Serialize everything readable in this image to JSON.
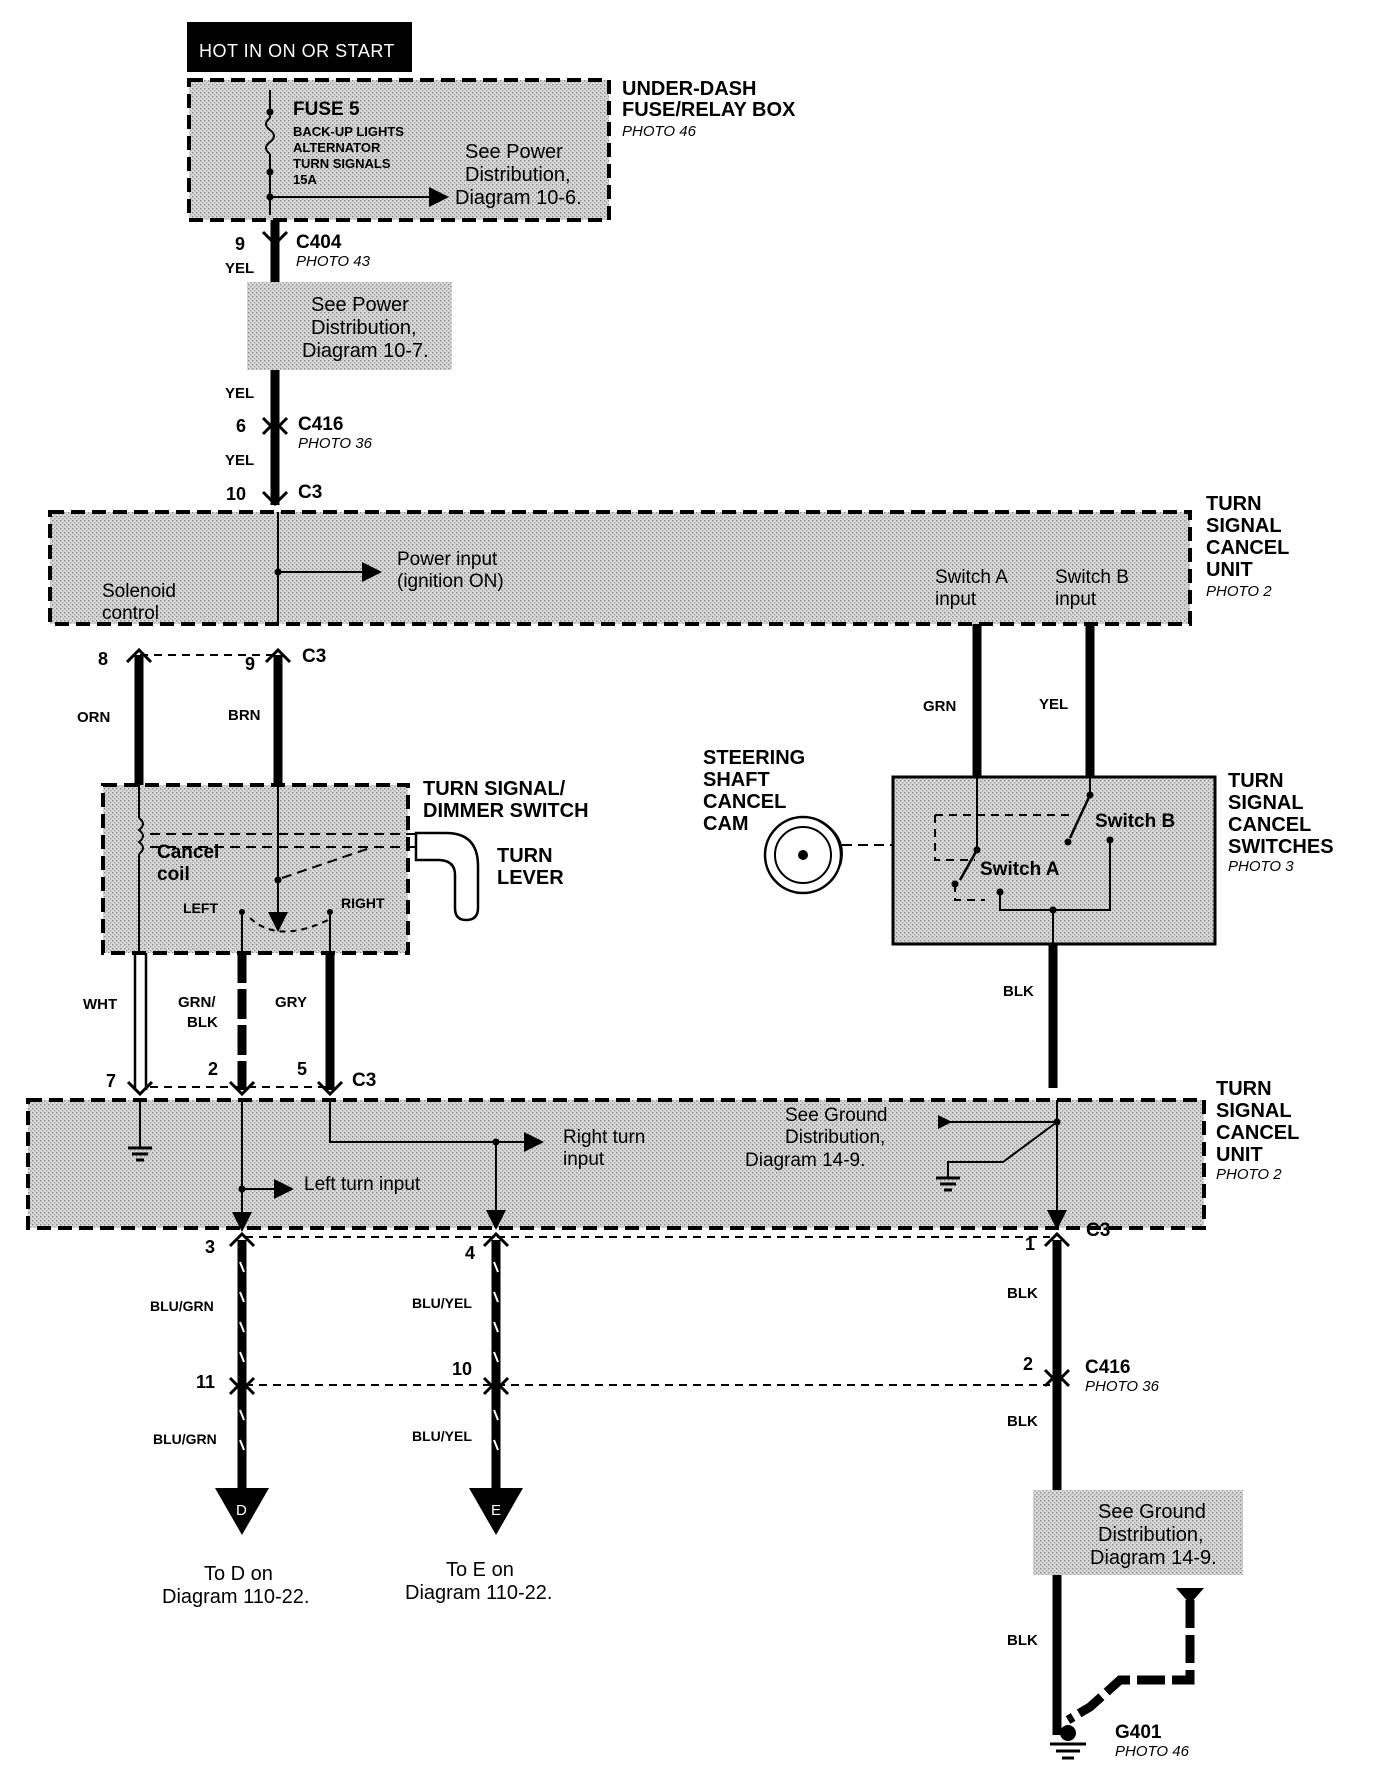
{
  "hot_banner": "HOT IN ON OR START",
  "fuse_box": {
    "title_1": "UNDER-DASH",
    "title_2": "FUSE/RELAY BOX",
    "photo": "PHOTO 46",
    "fuse_name": "FUSE 5",
    "fuse_lines": [
      "BACK-UP LIGHTS",
      "ALTERNATOR",
      "TURN SIGNALS",
      "15A"
    ],
    "note": [
      "See Power",
      "Distribution,",
      "Diagram 10-6."
    ]
  },
  "c404": {
    "pin": "9",
    "name": "C404",
    "photo": "PHOTO 43"
  },
  "wire_yel_1": "YEL",
  "note_power_2": [
    "See Power",
    "Distribution,",
    "Diagram  10-7."
  ],
  "wire_yel_2": "YEL",
  "c416_top": {
    "pin": "6",
    "name": "C416",
    "photo": "PHOTO 36"
  },
  "wire_yel_3": "YEL",
  "c3_top": {
    "pin": "10",
    "name": "C3"
  },
  "cancel_unit_upper": {
    "title": [
      "TURN",
      "SIGNAL",
      "CANCEL",
      "UNIT"
    ],
    "photo": "PHOTO 2",
    "solenoid": [
      "Solenoid",
      "control"
    ],
    "power_input": [
      "Power input",
      "(ignition ON)"
    ],
    "switch_a": [
      "Switch A",
      "input"
    ],
    "switch_b": [
      "Switch B",
      "input"
    ]
  },
  "c3_mid": {
    "pin_8": "8",
    "pin_9": "9",
    "name": "C3"
  },
  "wire_orn": "ORN",
  "wire_brn": "BRN",
  "wire_grn": "GRN",
  "wire_yel_4": "YEL",
  "tsd_switch": {
    "title_1": "TURN SIGNAL/",
    "title_2": "DIMMER SWITCH",
    "cancel_coil": [
      "Cancel",
      "coil"
    ],
    "left": "LEFT",
    "right": "RIGHT",
    "lever": [
      "TURN",
      "LEVER"
    ]
  },
  "cam": [
    "STEERING",
    "SHAFT",
    "CANCEL",
    "CAM"
  ],
  "cancel_switches": {
    "title": [
      "TURN",
      "SIGNAL",
      "CANCEL",
      "SWITCHES"
    ],
    "photo": "PHOTO 3",
    "switch_a": "Switch A",
    "switch_b": "Switch B"
  },
  "wire_blk_1": "BLK",
  "wire_wht": "WHT",
  "wire_grn_blk": [
    "GRN/",
    "BLK"
  ],
  "wire_gry": "GRY",
  "c3_low": {
    "pin_7": "7",
    "pin_2": "2",
    "pin_5": "5",
    "name": "C3"
  },
  "cancel_unit_lower": {
    "title": [
      "TURN",
      "SIGNAL",
      "CANCEL",
      "UNIT"
    ],
    "photo": "PHOTO 2",
    "right_turn": [
      "Right turn",
      "input"
    ],
    "left_turn": "Left turn input",
    "ground_note": [
      "See Ground",
      "Distribution,",
      "Diagram 14-9."
    ]
  },
  "c3_bottom": {
    "pin_3": "3",
    "pin_4": "4",
    "pin_1": "1",
    "name": "C3"
  },
  "wire_blu_grn_1": "BLU/GRN",
  "wire_blu_yel_1": "BLU/YEL",
  "wire_blk_2": "BLK",
  "c416_bottom": {
    "pin_11": "11",
    "pin_10": "10",
    "pin_2": "2",
    "name": "C416",
    "photo": "PHOTO 36"
  },
  "wire_blu_grn_2": "BLU/GRN",
  "wire_blu_yel_2": "BLU/YEL",
  "wire_blk_3": "BLK",
  "ground_note_2": [
    "See Ground",
    "Distribution,",
    "Diagram 14-9."
  ],
  "wire_blk_4": "BLK",
  "arrow_d": {
    "letter": "D",
    "note": [
      "To D on",
      "Diagram 110-22."
    ]
  },
  "arrow_e": {
    "letter": "E",
    "note": [
      "To E on",
      "Diagram 110-22."
    ]
  },
  "g401": {
    "name": "G401",
    "photo": "PHOTO 46"
  }
}
